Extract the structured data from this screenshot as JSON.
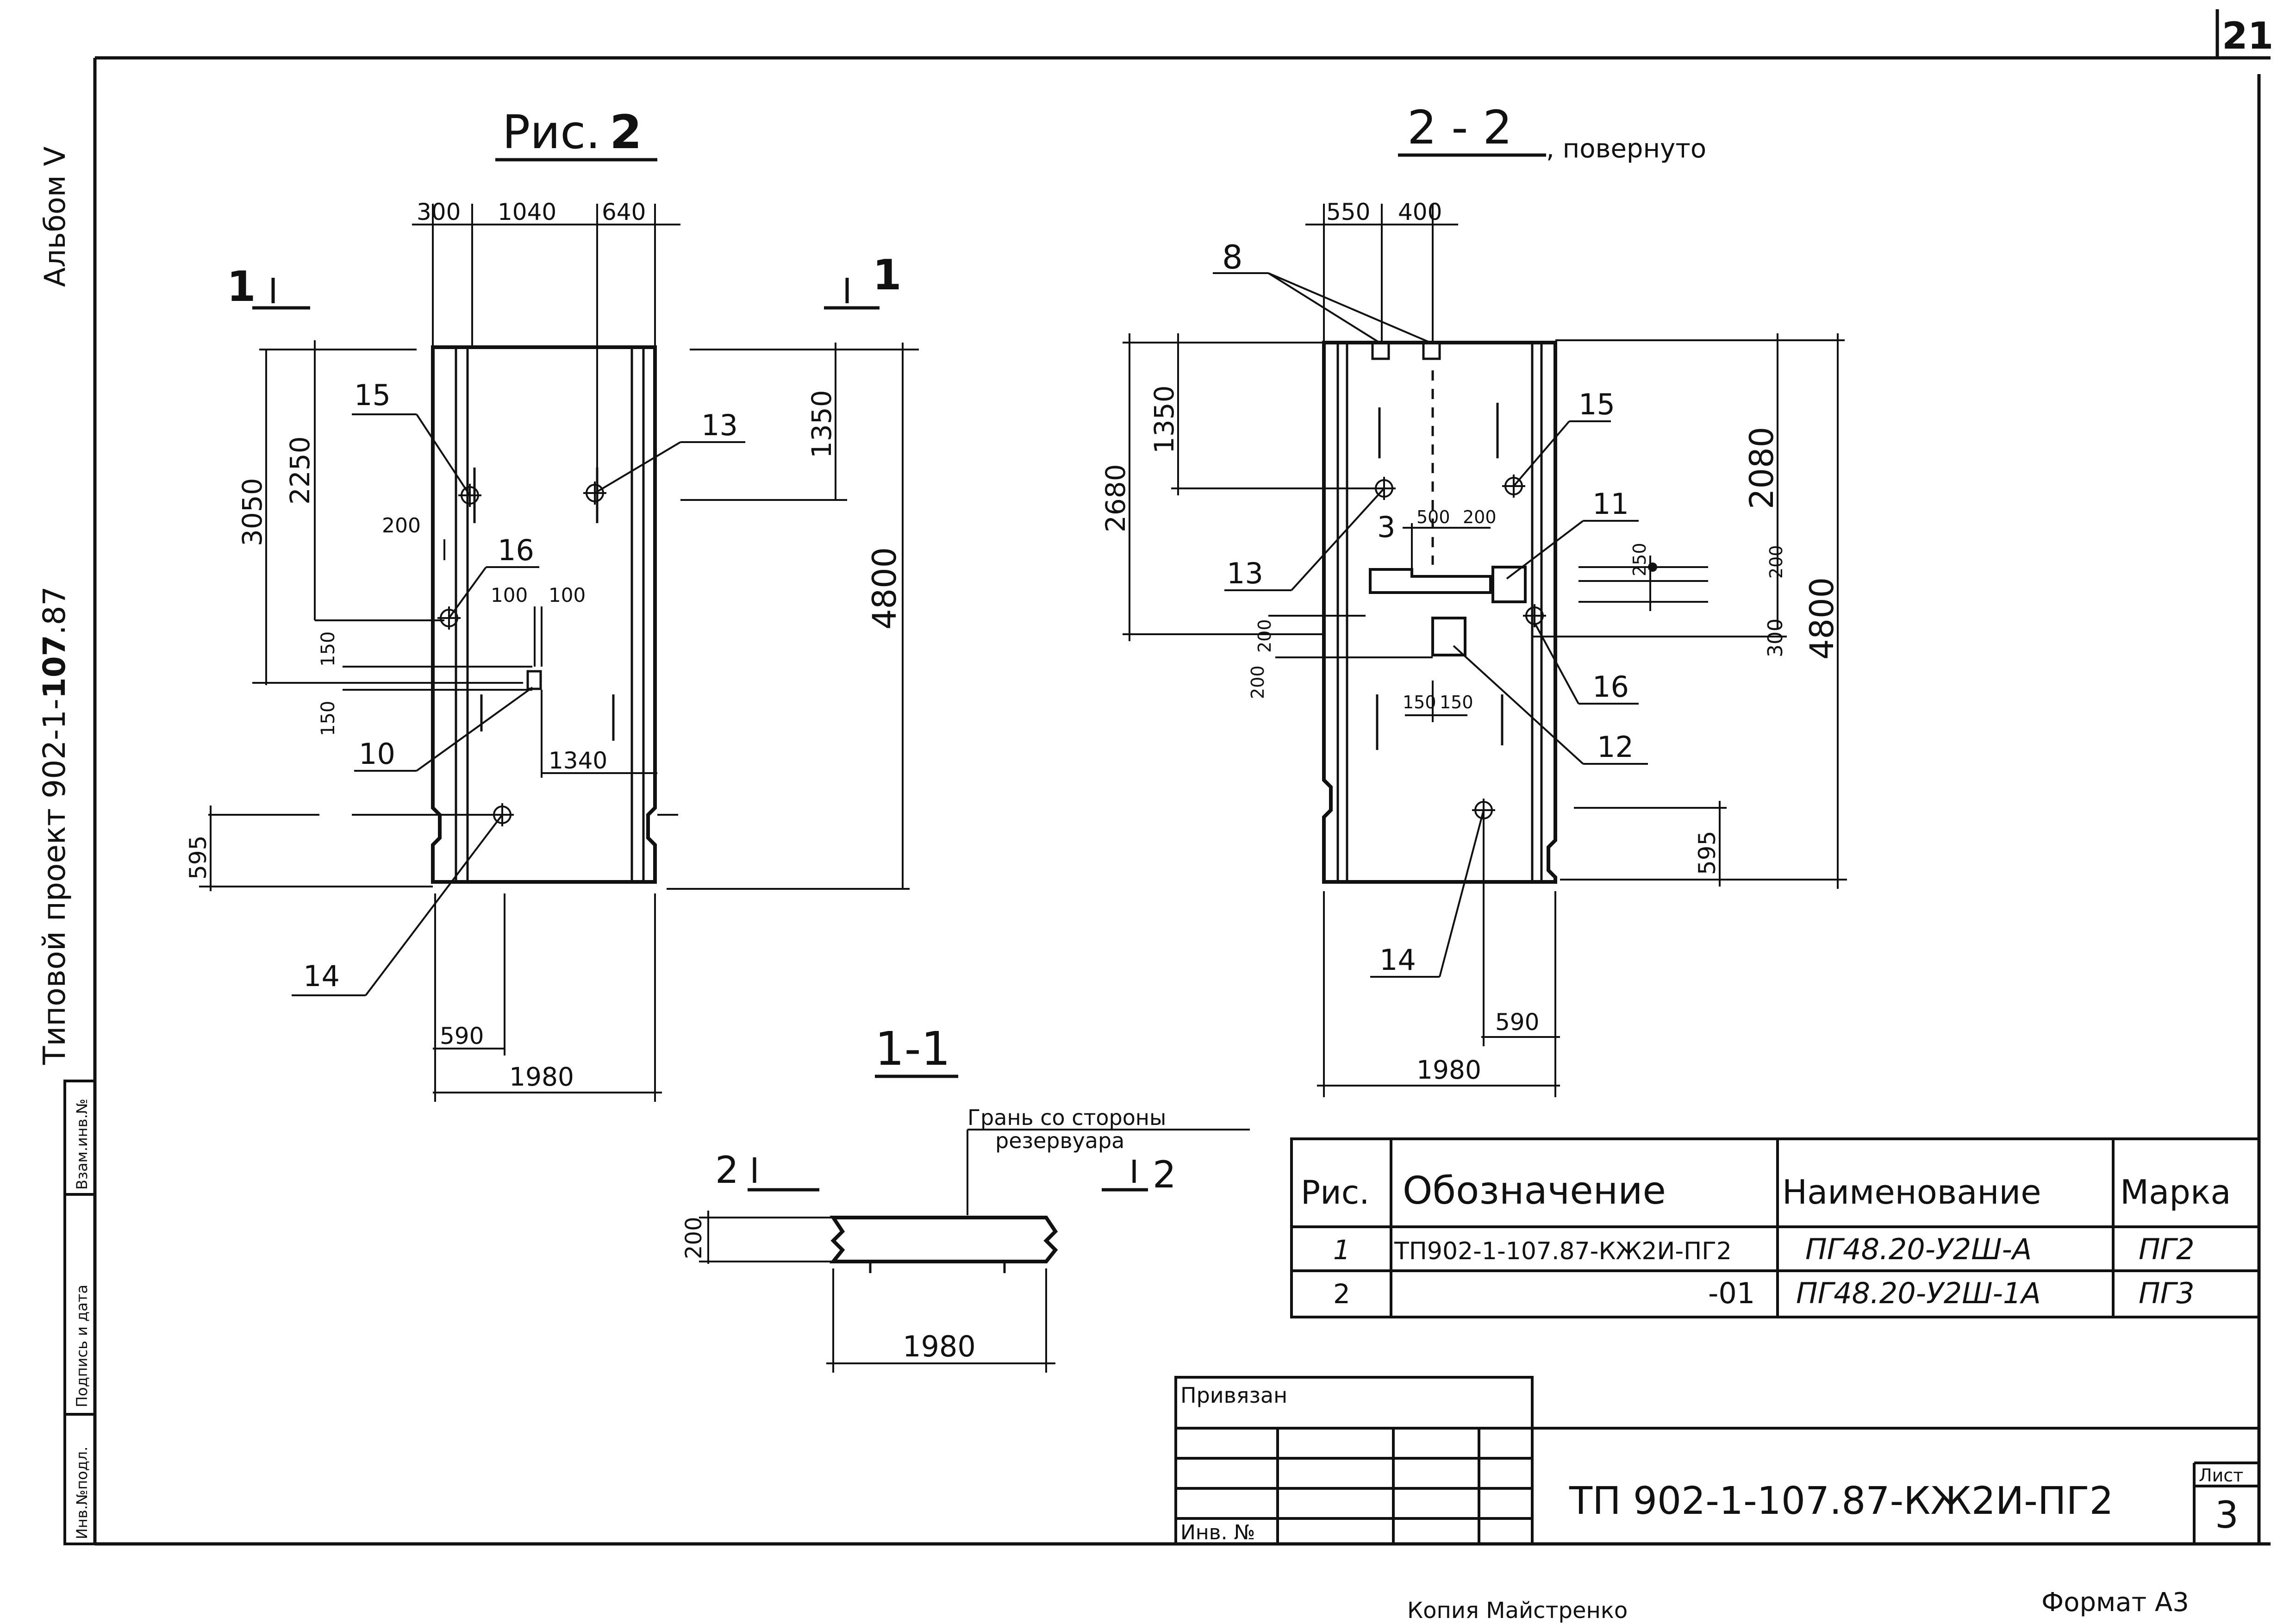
{
  "sheet": {
    "number": "21",
    "album_label": "Альбом V",
    "project_prefix": "Типовой проект 902-1-",
    "project_bold": "107",
    "project_suffix": ".87",
    "side_stamp": [
      "Инв.№подл.",
      "Подпись и дата",
      "Взам.инв.№"
    ],
    "copy_note": "Копия Майстренко",
    "format": "Формат А3"
  },
  "fig2": {
    "title_text": "Рис.",
    "title_num": "2",
    "dims": {
      "top_a": "300",
      "top_b": "1040",
      "top_c": "640",
      "h_total": "4800",
      "h_3050": "3050",
      "h_2250": "2250",
      "h_1350": "1350",
      "d_200": "200",
      "d_100a": "100",
      "d_100b": "100",
      "d_150a": "150",
      "d_150b": "150",
      "d_1340": "1340",
      "d_595": "595",
      "bot_590": "590",
      "bot_1980": "1980"
    },
    "callouts": {
      "c15": "15",
      "c13": "13",
      "c16": "16",
      "c10": "10",
      "c14": "14"
    },
    "cut": {
      "left_num": "1",
      "right_num": "1"
    }
  },
  "sec22": {
    "title_text": "2 - 2",
    "title_suffix": ", повернуто",
    "dims": {
      "top_550": "550",
      "top_400": "400",
      "h_1350": "1350",
      "h_2680": "2680",
      "d_500": "500",
      "d_200t": "200",
      "h_2080": "2080",
      "h_4800": "4800",
      "d_250": "250",
      "d_200r": "200",
      "d_300": "300",
      "d_200a": "200",
      "d_200b": "200",
      "d_150a": "150",
      "d_150b": "150",
      "d_595": "595",
      "bot_590": "590",
      "bot_1980": "1980"
    },
    "callouts": {
      "c8": "8",
      "c15": "15",
      "c11": "11",
      "c3": "3",
      "c13": "13",
      "c16": "16",
      "c12": "12",
      "c14": "14"
    }
  },
  "sec11": {
    "title_text": "1-1",
    "face_label_1": "Грань со стороны",
    "face_label_2": "резервуара",
    "cut_left": "2",
    "cut_right": "2",
    "dim_200": "200",
    "dim_1980": "1980"
  },
  "spec_table": {
    "headers": [
      "Рис.",
      "Обозначение",
      "Наименование",
      "Марка"
    ],
    "rows": [
      [
        "1",
        "ТП902-1-107.87-КЖ2И-ПГ2",
        "ПГ48.20-У2Ш-А",
        "ПГ2"
      ],
      [
        "2",
        "-01",
        "ПГ48.20-У2Ш-1А",
        "ПГ3"
      ]
    ]
  },
  "title_block": {
    "privyazan": "Привязан",
    "inv_no": "Инв. №",
    "code": "ТП 902-1-107.87-КЖ2И-ПГ2",
    "list_label": "Лист",
    "list_no": "3"
  }
}
